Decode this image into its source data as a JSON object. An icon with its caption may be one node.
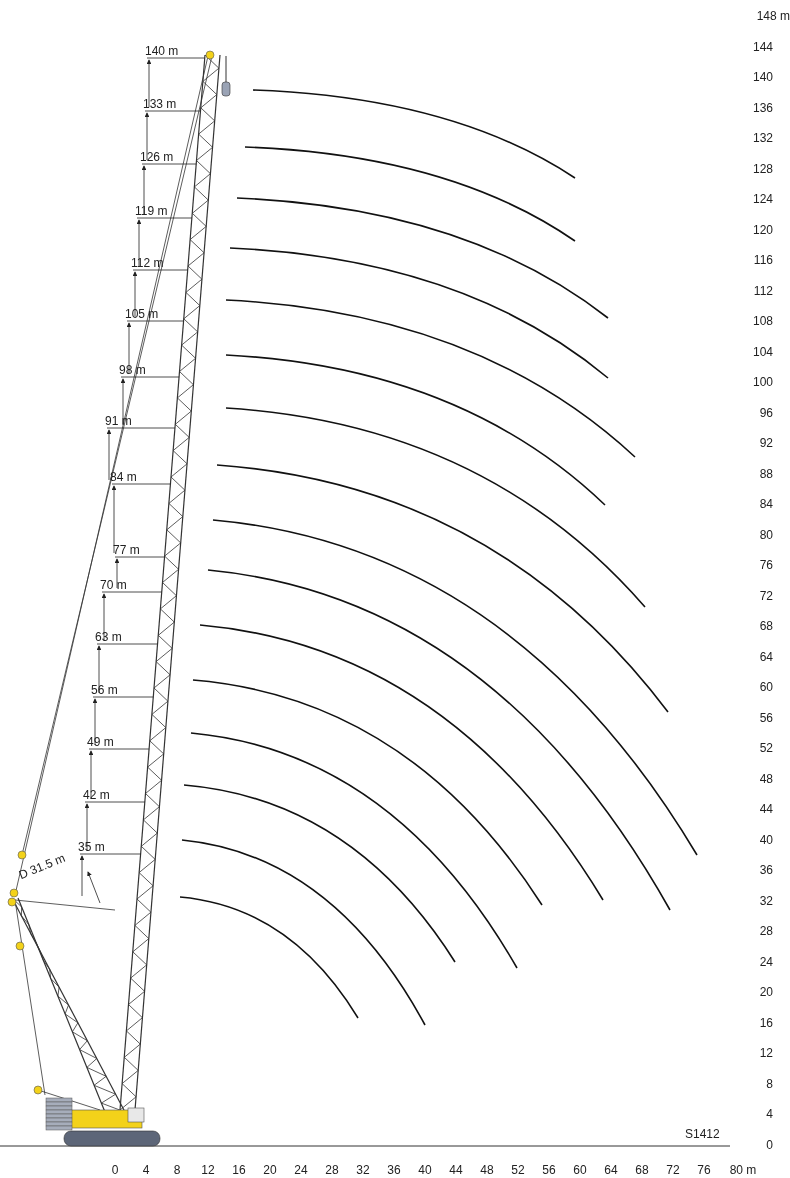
{
  "diagram": {
    "labels": [
      "140 m",
      "133 m",
      "126 m",
      "119 m",
      "112 m",
      "105 m",
      "98 m",
      "91 m",
      "84 m",
      "77 m",
      "70 m",
      "63 m",
      "56 m",
      "49 m",
      "42 m",
      "35 m",
      "D 31.5 m",
      "148 m",
      "144",
      "140",
      "136",
      "132",
      "128",
      "124",
      "120",
      "116",
      "112",
      "108",
      "104",
      "100",
      "96",
      "92",
      "88",
      "84",
      "80",
      "76",
      "72",
      "68",
      "64",
      "60",
      "56",
      "52",
      "48",
      "44",
      "40",
      "36",
      "32",
      "28",
      "24",
      "20",
      "16",
      "12",
      "8",
      "4",
      "0",
      "S1412",
      "0",
      "4",
      "8",
      "12",
      "16",
      "20",
      "24",
      "28",
      "32",
      "36",
      "40",
      "44",
      "48",
      "52",
      "56",
      "60",
      "64",
      "68",
      "72",
      "76",
      "80 m"
    ]
  }
}
